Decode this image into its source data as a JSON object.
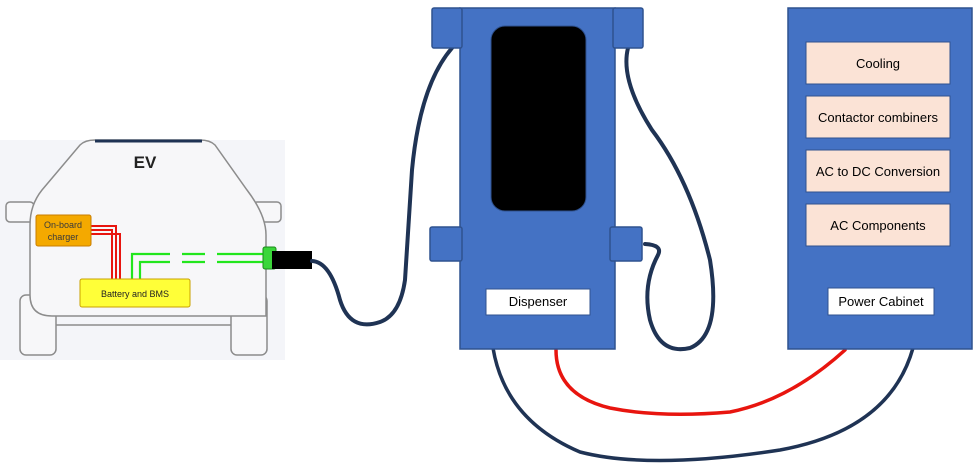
{
  "ev": {
    "title": "EV",
    "onboard_charger_line1": "On-board",
    "onboard_charger_line2": "charger",
    "battery_label": "Battery and BMS"
  },
  "dispenser": {
    "label": "Dispenser"
  },
  "power_cabinet": {
    "label": "Power Cabinet",
    "components": [
      "Cooling",
      "Contactor combiners",
      "AC to DC Conversion",
      "AC Components"
    ]
  },
  "colors": {
    "unit_blue": "#4472c4",
    "unit_border": "#2f528f",
    "cable_navy": "#1f3354",
    "power_red": "#e8150f",
    "signal_green": "#22e61d",
    "component_fill": "#fbe3d6",
    "charger_orange": "#f4a900",
    "battery_yellow": "#ffff38",
    "screen_black": "#000000"
  }
}
